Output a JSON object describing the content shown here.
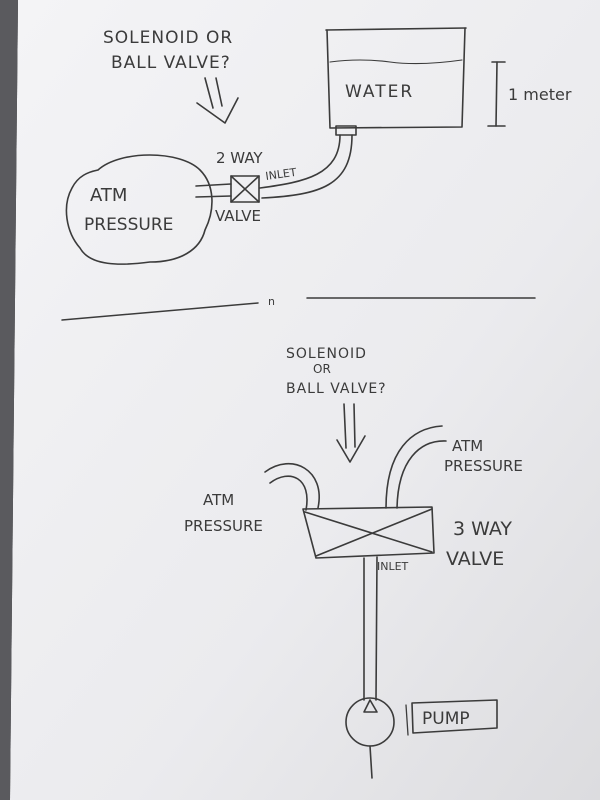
{
  "top": {
    "question": [
      "SOLENOID OR",
      "BALL VALVE?"
    ],
    "water_label": "WATER",
    "height_label": "1 meter",
    "inlet_label": "INLET",
    "valve_label_top": "2 WAY",
    "valve_label_bottom": "VALVE",
    "atm_label": [
      "ATM",
      "PRESSURE"
    ]
  },
  "divider": {
    "mark": "n"
  },
  "bottom": {
    "question": [
      "SOLENOID",
      "OR",
      "BALL VALVE?"
    ],
    "atm_right": [
      "ATM",
      "PRESSURE"
    ],
    "atm_left": [
      "ATM",
      "PRESSURE"
    ],
    "valve_label": [
      "3 WAY",
      "VALVE"
    ],
    "inlet_label": "INLET",
    "pump_label": "PUMP"
  },
  "colors": {
    "paper": "#ececef",
    "ink": "#3b3b3b"
  }
}
